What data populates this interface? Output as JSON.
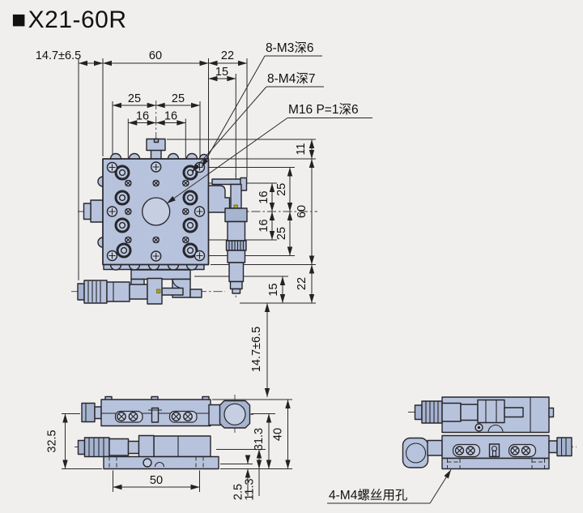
{
  "title": {
    "bullet": "■",
    "model": "X21-60R"
  },
  "colors": {
    "background": "#f0efed",
    "body": "#b7c3dc",
    "body_dark": "#a7b4d0",
    "body_light": "#c6cfe2",
    "line": "#26262c",
    "dim": "#2a2a2a",
    "ink": "#111111"
  },
  "labels": {
    "m3": "8-M3深6",
    "m4": "8-M4深7",
    "m16": "M16 P=1深6",
    "m4_clearance": "4-M4螺丝用孔"
  },
  "dims": {
    "travel_top": "14.7±6.5",
    "w60": "60",
    "w22": "22",
    "w15": "15",
    "p25_left": "25",
    "p25_right": "25",
    "p16_left": "16",
    "p16_right": "16",
    "h11": "11",
    "h16_up": "16",
    "h25_up": "25",
    "h60": "60",
    "h16_dn": "16",
    "h25_dn": "25",
    "h15": "15",
    "h22": "22",
    "travel_side": "14.7±6.5",
    "sv_height": "32.5",
    "sv_width": "50",
    "sv_25": "2.5",
    "sv_113": "11.3",
    "sv_313": "31.3",
    "sv_40": "40"
  }
}
